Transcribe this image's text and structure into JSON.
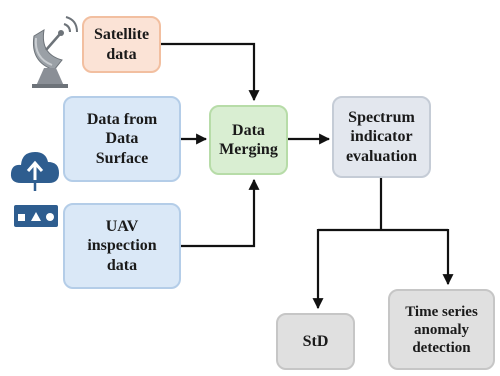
{
  "diagram": {
    "nodes": {
      "satellite": {
        "label": "Satellite\ndata"
      },
      "data_surface": {
        "label": "Data from\nData\nSurface"
      },
      "uav": {
        "label": "UAV\ninspection\ndata"
      },
      "merging": {
        "label": "Data\nMerging"
      },
      "spectrum": {
        "label": "Spectrum\nindicator\nevaluation"
      },
      "std": {
        "label": "StD"
      },
      "time_series": {
        "label": "Time series\nanomaly\ndetection"
      }
    },
    "edges": [
      {
        "from": "satellite",
        "to": "merging"
      },
      {
        "from": "data_surface",
        "to": "merging"
      },
      {
        "from": "uav",
        "to": "merging"
      },
      {
        "from": "merging",
        "to": "spectrum"
      },
      {
        "from": "spectrum",
        "to": "std"
      },
      {
        "from": "spectrum",
        "to": "time_series"
      }
    ],
    "icons": [
      "satellite-dish-icon",
      "cloud-upload-icon",
      "server-icon"
    ],
    "colors": {
      "satellite_fill": "#fbe3d6",
      "input_fill": "#dae8f7",
      "merging_fill": "#d9eed2",
      "spectrum_fill": "#e3e7ee",
      "output_fill": "#e0e0e0",
      "icon_blue": "#2e5d8f",
      "icon_gray": "#8a8f96"
    }
  }
}
